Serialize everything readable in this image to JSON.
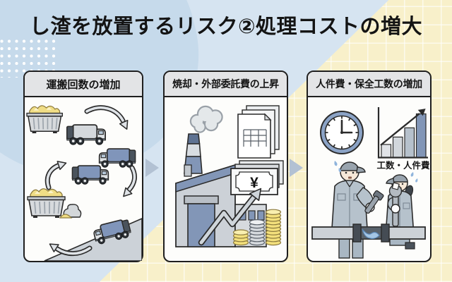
{
  "page_title": "し渣を放置するリスク②処理コストの増大",
  "panels": {
    "transport": {
      "title": "運搬回数の増加"
    },
    "outsourcing": {
      "title": "焼却・外部委託費の上昇",
      "banknote_symbol": "¥"
    },
    "labor": {
      "title": "人件費・保全工数の増加"
    }
  },
  "chart_data": {
    "type": "bar",
    "title": "工数・人件費",
    "values_relative": [
      30,
      47,
      68,
      100
    ],
    "bar_colors": [
      "#e0e3e7",
      "#d2d7dc",
      "#b6c1cc",
      "#8296b7"
    ],
    "trend": "increasing",
    "legend": "none",
    "axis_labels": "none"
  },
  "colors": {
    "background_blue": "#d6e4f1",
    "background_yellow": "#f8f0ca",
    "panel_header_gray": "#e3e4e6",
    "accent_blue": "#8296b7",
    "coin_yellow": "#f3e07c",
    "step_arrow": "#b2c1d3"
  }
}
